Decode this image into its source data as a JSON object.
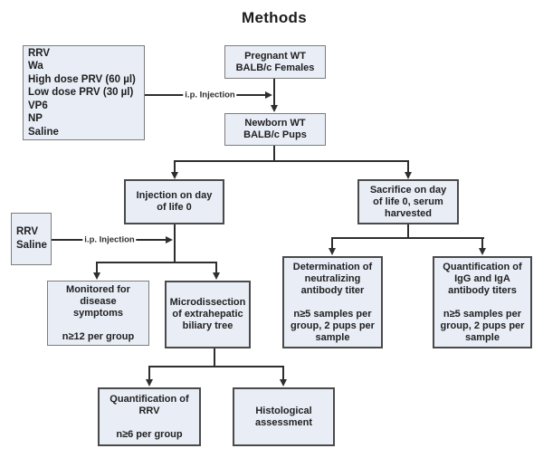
{
  "title": "Methods",
  "colors": {
    "box_fill": "#e8edf6",
    "box_border": "#7d7d7d",
    "box_border_dark": "#4a4a4a",
    "line": "#2e2e2e",
    "text": "#212121"
  },
  "connector_labels": {
    "top_injection": "i.p. Injection",
    "left_injection": "i.p. Injection"
  },
  "boxes": {
    "inoculum_list": {
      "lines": [
        "RRV",
        "Wa",
        "High dose PRV (60 µl)",
        "Low dose PRV (30 µl)",
        "VP6",
        "NP",
        "Saline"
      ]
    },
    "pregnant_females": {
      "lines": [
        "Pregnant WT",
        "BALB/c Females"
      ]
    },
    "newborn_pups": {
      "lines": [
        "Newborn WT",
        "BALB/c Pups"
      ]
    },
    "injection_day0": {
      "lines": [
        "Injection on day",
        "of life 0"
      ]
    },
    "sacrifice_day0": {
      "lines": [
        "Sacrifice on day",
        "of life 0, serum",
        "harvested"
      ]
    },
    "rrv_saline": {
      "lines": [
        "RRV",
        "Saline"
      ]
    },
    "monitored_symptoms": {
      "lines": [
        "Monitored for",
        "disease",
        "symptoms",
        "",
        "n≥12 per group"
      ]
    },
    "microdissection": {
      "lines": [
        "Microdissection",
        "of extrahepatic",
        "biliary tree"
      ]
    },
    "neutralizing_titer": {
      "lines": [
        "Determination of",
        "neutralizing",
        "antibody titer",
        "",
        "n≥5 samples per",
        "group, 2 pups per",
        "sample"
      ]
    },
    "igg_iga_titers": {
      "lines": [
        "Quantification of",
        "IgG and IgA",
        "antibody titers",
        "",
        "n≥5 samples per",
        "group, 2 pups per",
        "sample"
      ]
    },
    "quantification_rrv": {
      "lines": [
        "Quantification of",
        "RRV",
        "",
        "n≥6 per group"
      ]
    },
    "histological_assessment": {
      "lines": [
        "Histological",
        "assessment"
      ]
    }
  }
}
